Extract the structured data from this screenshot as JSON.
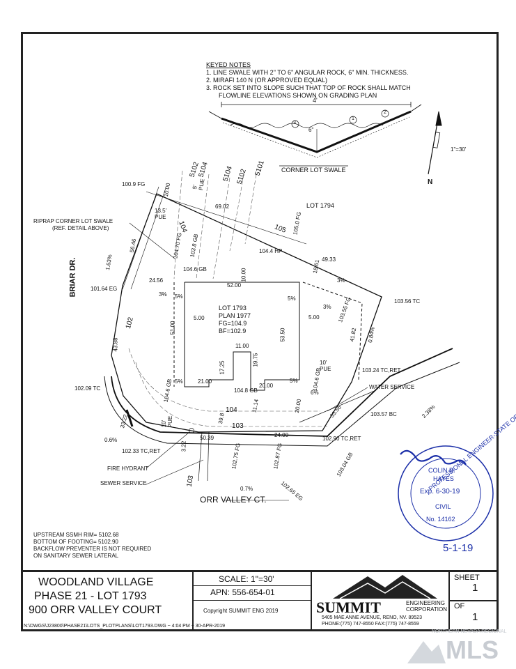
{
  "keyed_notes": {
    "heading": "KEYED NOTES",
    "items": [
      "1. LINE SWALE WITH 2\" TO 6\" ANGULAR ROCK, 6\" MIN. THICKNESS.",
      "2. MIRAFI 140 N (OR APPROVED EQUAL)",
      "3. ROCK SET INTO SLOPE SUCH THAT TOP OF ROCK SHALL MATCH",
      "FLOWLINE ELEVATIONS SHOWN ON GRADING PLAN"
    ]
  },
  "detail": {
    "width_label": "4'",
    "depth_label": "6\"",
    "title": "CORNER LOT SWALE",
    "callouts": [
      "1",
      "2",
      "3"
    ]
  },
  "north": {
    "letter": "N",
    "scale": "1\"=30'"
  },
  "plan": {
    "contours": [
      "5102",
      "5104",
      "5102",
      "5104",
      "5102",
      "5101",
      "5102",
      "105",
      "104",
      "102",
      "104",
      "103",
      "103"
    ],
    "street_name": "ORR VALLEY CT.",
    "road_label": "BRIAR DR.",
    "lot_neighbor": "LOT 1794",
    "lot_info": [
      "LOT 1793",
      "PLAN 1977",
      "FG=104.9",
      "BF=102.9"
    ],
    "annotations": {
      "riprap": [
        "RIPRAP CORNER LOT SWALE",
        "(REF. DETAIL ABOVE)"
      ],
      "fire_hydrant": "FIRE HYDRANT",
      "sewer_service": "SEWER SERVICE",
      "water_service": "WATER SERVICE",
      "pue_5": "5'\nPUE",
      "pue_10": "10'\nPUE",
      "pue_135": "13.5'\nPUE",
      "pue_bottom": "10'\nPUE"
    },
    "elevations": [
      "100.9 FG",
      "101.64 EG",
      "102.09 TC",
      "102.33 TC,RET",
      "102.65 EG",
      "102.75 FG",
      "102.87 FG",
      "102.90 TC,RET",
      "103.04 GB",
      "103.24 TC,RET",
      "103.55 FG",
      "103.56 TC",
      "103.57 BC",
      "104.4 HP",
      "104.6 GB",
      "104.6 GB",
      "104.6 GB",
      "104.8 GB",
      "104.70 FG",
      "103.8 GB",
      "105.0 FG"
    ],
    "dimensions": [
      "69.02",
      "56.46",
      "52.00",
      "51.00",
      "53.50",
      "18.61",
      "49.33",
      "10.00",
      "24.56",
      "43.88",
      "33.22",
      "41.82",
      "33.56",
      "21.00",
      "20.00",
      "20.00",
      "17.25",
      "19.75",
      "11.00",
      "11.14",
      "5.00",
      "5.00",
      "50.39",
      "24.00",
      "39.8",
      "3.22",
      "10.00"
    ],
    "slopes": [
      "1.63%",
      "0.6%",
      "0.84%",
      "2.38%",
      "0.7%",
      "5%",
      "5%",
      "5%",
      "5%",
      "3%",
      "3%",
      "3%",
      "6%"
    ],
    "notes": [
      "UPSTREAM SSMH RIM= 5102.68",
      "BOTTOM OF FOOTING= 5102.90",
      "BACKFLOW PREVENTER IS NOT REQUIRED",
      "ON SANITARY SEWER LATERAL"
    ]
  },
  "seal": {
    "ring_text": "PROFESSIONAL ENGINEER-STATE OF NEVADA",
    "name_1": "COLIN B.",
    "name_2": "HAYES",
    "exp": "Exp. 6-30-19",
    "discipline": "CIVIL",
    "number": "No. 14162",
    "date": "5-1-19"
  },
  "title_block": {
    "project": [
      "WOODLAND VILLAGE",
      "PHASE 21 - LOT 1793",
      "900 ORR VALLEY COURT"
    ],
    "scale": "SCALE: 1\"=30'",
    "apn": "APN: 556-654-01",
    "copyright": "Copyright SUMMIT ENG 2019",
    "company": "SUMMIT",
    "company_sub": "ENGINEERING\nCORPORATION",
    "address": "5405 MAE ANNE AVENUE, RENO, NV. 89523",
    "phone": "PHONE:(775) 747-8550 FAX:(775) 747-8559",
    "sheet_label": "SHEET",
    "sheet_value": "1",
    "of_label": "OF",
    "of_value": "1",
    "file_path": "N:\\DWGS\\J23800\\PHASE21\\LOTS_PLOTPLANS\\LOT1793.DWG ~ 4:04 PM ~ 30-APR-2019"
  },
  "watermark": {
    "line1": "NORTHERN NEVADA REGIONAL",
    "line2": "MLS"
  },
  "colors": {
    "ink": "#111111",
    "signature": "#1a2ea8",
    "watermark": "#c8ccd2"
  }
}
